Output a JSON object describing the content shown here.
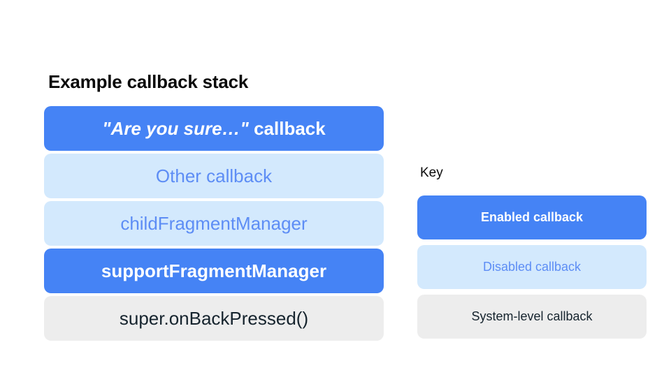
{
  "colors": {
    "background": "#FFFFFF",
    "enabled_fill": "#4583F5",
    "enabled_text": "#FFFFFF",
    "disabled_fill": "#D3E9FD",
    "disabled_text": "#5D8DF5",
    "system_fill": "#EDEDED",
    "system_text": "#16242E",
    "heading_text": "#0A0A0A"
  },
  "stack": {
    "title": "Example callback stack",
    "items": [
      {
        "label": "\"Are you sure…\" callback",
        "quoted_part": "\"Are you sure…\"",
        "plain_part": " callback",
        "state": "enabled"
      },
      {
        "label": "Other callback",
        "state": "disabled"
      },
      {
        "label": "childFragmentManager",
        "state": "disabled"
      },
      {
        "label": "supportFragmentManager",
        "state": "enabled"
      },
      {
        "label": "super.onBackPressed()",
        "state": "system"
      }
    ]
  },
  "key": {
    "title": "Key",
    "items": [
      {
        "label": "Enabled callback",
        "state": "enabled"
      },
      {
        "label": "Disabled callback",
        "state": "disabled"
      },
      {
        "label": "System-level callback",
        "state": "system"
      }
    ]
  }
}
